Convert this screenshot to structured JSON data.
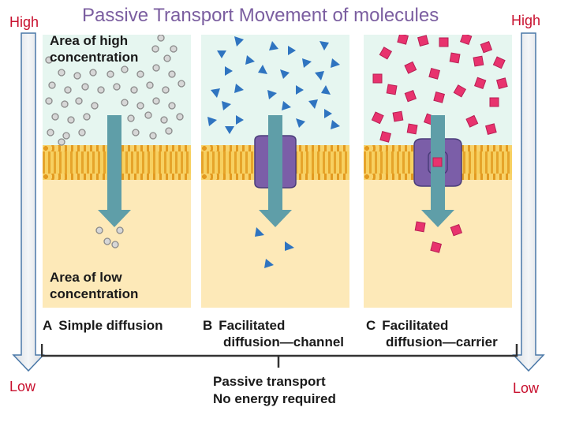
{
  "title": "Passive Transport Movement of molecules",
  "left_scale": {
    "top": "High",
    "bottom": "Low"
  },
  "right_scale": {
    "top": "High",
    "bottom": "Low"
  },
  "labels": {
    "high_concentration": [
      "Area of high",
      "concentration"
    ],
    "low_concentration": [
      "Area of low",
      "concentration"
    ]
  },
  "panels": [
    {
      "letter": "A",
      "caption": [
        "Simple diffusion"
      ]
    },
    {
      "letter": "B",
      "caption": [
        "Facilitated",
        "diffusion—channel"
      ]
    },
    {
      "letter": "C",
      "caption": [
        "Facilitated",
        "diffusion—carrier"
      ]
    }
  ],
  "footer": [
    "Passive transport",
    "No energy required"
  ],
  "colors": {
    "title": "#7b5ea0",
    "scale_labels": "#c8102e",
    "molecule_circle": "#bdbdbd",
    "molecule_triangle": "#2f74c0",
    "molecule_square": "#e8336e",
    "protein": "#7b5ea8",
    "flow_arrow": "#5f9ea8"
  }
}
